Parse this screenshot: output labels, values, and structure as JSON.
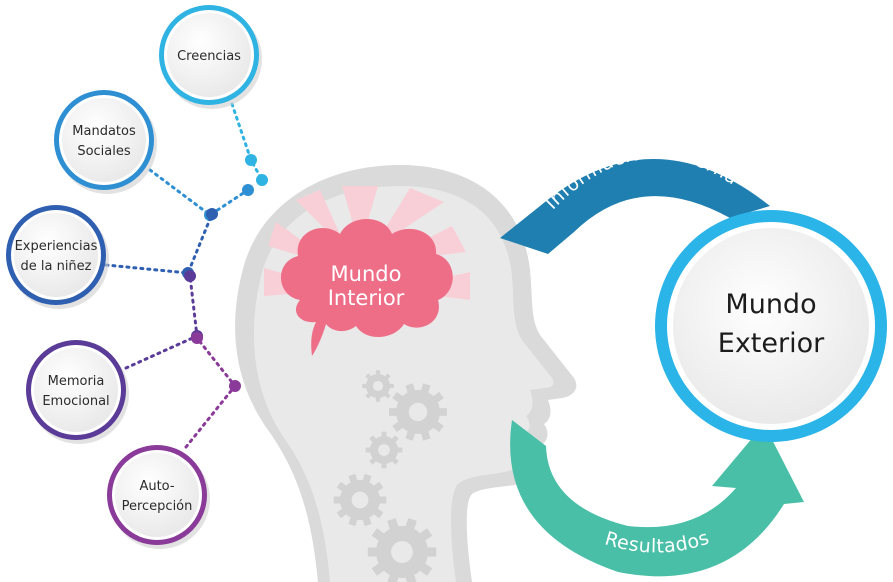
{
  "bubbles": [
    {
      "lines": [
        "Creencias"
      ],
      "color": "#2fb3e3"
    },
    {
      "lines": [
        "Mandatos",
        "Sociales"
      ],
      "color": "#2f8fd3"
    },
    {
      "lines": [
        "Experiencias",
        "de la niñez"
      ],
      "color": "#2f5fb0"
    },
    {
      "lines": [
        "Memoria",
        "Emocional"
      ],
      "color": "#5a3b98"
    },
    {
      "lines": [
        "Auto-",
        "Percepción"
      ],
      "color": "#8a3a98"
    }
  ],
  "brain": {
    "line1": "Mundo",
    "line2": "Interior",
    "color": "#ee6e88"
  },
  "world": {
    "line1": "Mundo",
    "line2": "Exterior",
    "ring_color": "#2bb4e8"
  },
  "arrows": {
    "top_label": "Información Externa",
    "top_color": "#1f7fb0",
    "bottom_label": "Resultados",
    "bottom_color": "#49bfa7"
  }
}
